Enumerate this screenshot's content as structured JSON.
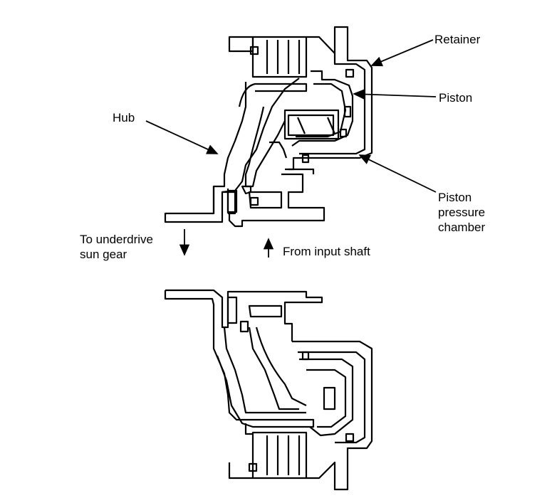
{
  "labels": {
    "retainer": "Retainer",
    "piston": "Piston",
    "hub": "Hub",
    "piston_pressure_chamber": [
      "Piston",
      "pressure",
      "chamber"
    ],
    "to_underdrive_sun_gear": [
      "To underdrive",
      "sun gear"
    ],
    "from_input_shaft": "From input shaft"
  },
  "colors": {
    "ink": "#000000",
    "background": "#ffffff"
  }
}
